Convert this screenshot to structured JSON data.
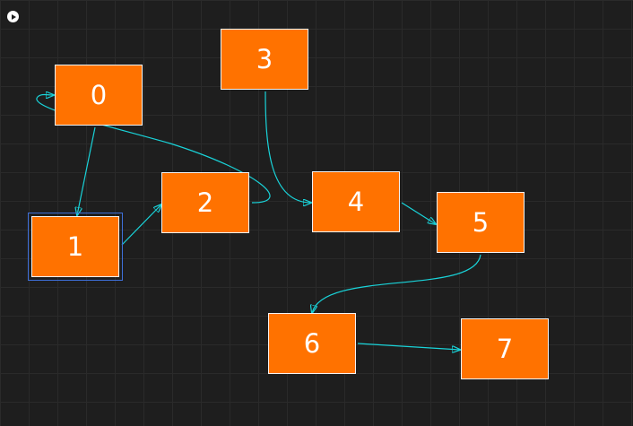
{
  "canvas": {
    "colors": {
      "background": "#1e1e1e",
      "grid": "#2a2a2a",
      "node_fill": "#ff7200",
      "node_border": "#f4f4f4",
      "node_text": "#ffffff",
      "edge": "#19d3d9",
      "selection": "#3e6fd8"
    },
    "run_button": {
      "icon": "play-icon"
    },
    "selected_node": "1",
    "nodes": [
      {
        "id": "0",
        "label": "0"
      },
      {
        "id": "1",
        "label": "1"
      },
      {
        "id": "2",
        "label": "2"
      },
      {
        "id": "3",
        "label": "3"
      },
      {
        "id": "4",
        "label": "4"
      },
      {
        "id": "5",
        "label": "5"
      },
      {
        "id": "6",
        "label": "6"
      },
      {
        "id": "7",
        "label": "7"
      }
    ],
    "edges": [
      {
        "from": "0",
        "to": "1"
      },
      {
        "from": "1",
        "to": "2"
      },
      {
        "from": "2",
        "to": "0"
      },
      {
        "from": "3",
        "to": "4"
      },
      {
        "from": "4",
        "to": "5"
      },
      {
        "from": "5",
        "to": "6"
      },
      {
        "from": "6",
        "to": "7"
      }
    ]
  }
}
